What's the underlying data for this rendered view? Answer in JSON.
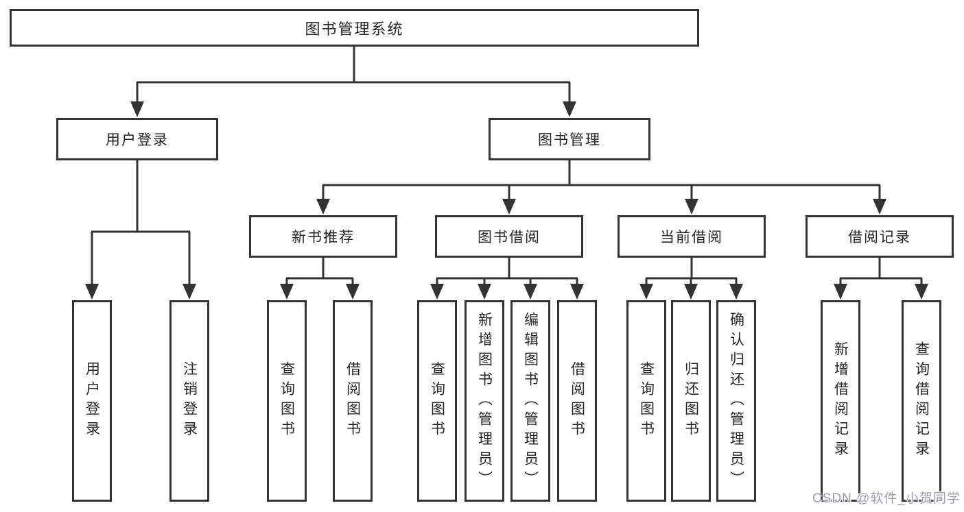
{
  "colors": {
    "line": "#333333",
    "box_border": "#333333",
    "text": "#262626",
    "watermark": "#9ba0a8",
    "background": "#ffffff"
  },
  "diagram": {
    "root": {
      "label": "图书管理系统"
    },
    "level2": {
      "user_login": {
        "label": "用户登录",
        "children": [
          "用户登录",
          "注销登录"
        ]
      },
      "book_mgmt": {
        "label": "图书管理"
      }
    },
    "level3": {
      "new_book_rec": {
        "label": "新书推荐",
        "children": [
          "查询图书",
          "借阅图书"
        ]
      },
      "book_borrow": {
        "label": "图书借阅",
        "children": [
          "查询图书",
          "新增图书（管理员）",
          "编辑图书（管理员）",
          "借阅图书"
        ]
      },
      "current_borrow": {
        "label": "当前借阅",
        "children": [
          "查询图书",
          "归还图书",
          "确认归还（管理员）"
        ]
      },
      "borrow_records": {
        "label": "借阅记录",
        "children": [
          "新增借阅记录",
          "查询借阅记录"
        ]
      }
    }
  },
  "watermark": {
    "text": "CSDN @软件_小贺同学"
  }
}
